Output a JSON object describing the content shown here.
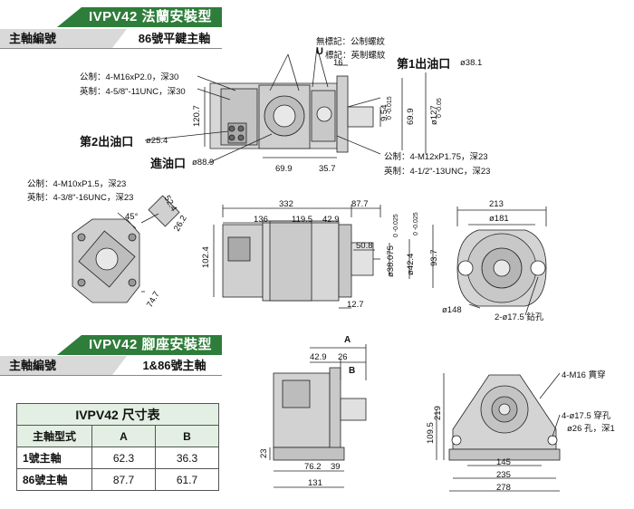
{
  "section1": {
    "banner": "IVPV42 法蘭安裝型",
    "sub_left": "主軸編號",
    "sub_right": "86號平鍵主軸"
  },
  "section2": {
    "banner": "IVPV42 腳座安裝型",
    "sub_left": "主軸編號",
    "sub_right": "1&86號主軸"
  },
  "top_view": {
    "thread_none_mark": "無標記：公制螺紋",
    "thread_u_mark": "標記：英制螺紋",
    "u_letter": "U",
    "metric_4m16": "公制：4-M16xP2.0，深30",
    "inch_4_5_8": "英制：4-5/8\"-11UNC，深30",
    "outlet1_label": "第1出油口",
    "outlet1_size": "ø38.1",
    "outlet2_label": "第2出油口",
    "outlet2_size": "ø25.4",
    "inlet_label": "進油口",
    "inlet_size": "ø88.9",
    "metric_4m12": "公制：4-M12xP1.75，深23",
    "inch_4_1_2": "英制：4-1/2\"-13UNC，深23",
    "metric_4m10": "公制：4-M10xP1.5，深23",
    "inch_4_3_8": "英制：4-3/8\"-16UNC，深23",
    "dims": {
      "d16": "16",
      "d120_7": "120.7",
      "d9_54": "9.54",
      "d9_54_tol": "0 -0.015",
      "d69_9v": "69.9",
      "d127": "ø127",
      "d127_tol": "0 -0.05",
      "d69_9h": "69.9",
      "d35_7": "35.7",
      "d52_4": "52.4",
      "d45": "45°",
      "d26_2": "26.2",
      "d74_7": "74.7"
    }
  },
  "side_view": {
    "d332": "332",
    "d87_7": "87.7",
    "d136": "136",
    "d119_5": "119.5",
    "d42_9": "42.9",
    "d102_4": "102.4",
    "d50_8": "50.8",
    "d38_075": "ø38.075",
    "d38_tol": "0 -0.025",
    "d42_4": "ø42.4",
    "d42_tol": "0 -0.025",
    "d93_7": "93.7",
    "d12_7": "12.7"
  },
  "front_view": {
    "d213": "213",
    "d181": "ø181",
    "d148": "ø148",
    "holes": "2-ø17.5 鉆孔"
  },
  "foot_side": {
    "A": "A",
    "B": "B",
    "d42_9": "42.9",
    "d26": "26",
    "d23": "23",
    "d76_2": "76.2",
    "d39": "39",
    "d131": "131"
  },
  "foot_front": {
    "m16": "4-M16 貫穿",
    "holes": "4-ø17.5 穿孔",
    "counterbore": "ø26 孔，深1",
    "d219": "219",
    "d109_5": "109.5",
    "d145": "145",
    "d235": "235",
    "d278": "278"
  },
  "table": {
    "title": "IVPV42 尺寸表",
    "col_model": "主軸型式",
    "col_a": "A",
    "col_b": "B",
    "rows": [
      {
        "name": "1號主軸",
        "a": "62.3",
        "b": "36.3"
      },
      {
        "name": "86號主軸",
        "a": "87.7",
        "b": "61.7"
      }
    ]
  }
}
